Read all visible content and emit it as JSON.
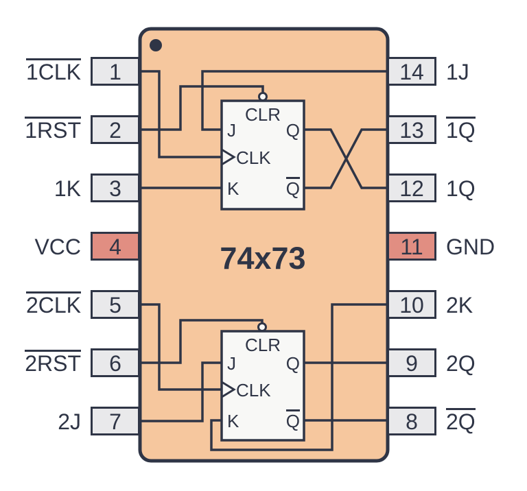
{
  "title": "74x73",
  "chip": {
    "label": "74x73",
    "type": "dual JK flip-flop pinout diagram",
    "colors": {
      "ink": "#2F3546",
      "body": "#F6C79E",
      "power_pin": "#E18E82",
      "pin": "#E9E9EB",
      "flipflop": "#F8F8F6",
      "background": "#FFFFFF"
    }
  },
  "pins": {
    "left": [
      {
        "number": "1",
        "label": "1CLK",
        "overline": true,
        "power": false
      },
      {
        "number": "2",
        "label": "1RST",
        "overline": true,
        "power": false
      },
      {
        "number": "3",
        "label": "1K",
        "overline": false,
        "power": false
      },
      {
        "number": "4",
        "label": "VCC",
        "overline": false,
        "power": true
      },
      {
        "number": "5",
        "label": "2CLK",
        "overline": true,
        "power": false
      },
      {
        "number": "6",
        "label": "2RST",
        "overline": true,
        "power": false
      },
      {
        "number": "7",
        "label": "2J",
        "overline": false,
        "power": false
      }
    ],
    "right": [
      {
        "number": "14",
        "label": "1J",
        "overline": false,
        "power": false
      },
      {
        "number": "13",
        "label": "1Q",
        "overline": true,
        "power": false
      },
      {
        "number": "12",
        "label": "1Q",
        "overline": false,
        "power": false
      },
      {
        "number": "11",
        "label": "GND",
        "overline": false,
        "power": true
      },
      {
        "number": "10",
        "label": "2K",
        "overline": false,
        "power": false
      },
      {
        "number": "9",
        "label": "2Q",
        "overline": false,
        "power": false
      },
      {
        "number": "8",
        "label": "2Q",
        "overline": true,
        "power": false
      }
    ]
  },
  "flipflops": [
    {
      "clr": "CLR",
      "j": "J",
      "clk": "CLK",
      "k": "K",
      "q": "Q",
      "qbar": "Q"
    },
    {
      "clr": "CLR",
      "j": "J",
      "clk": "CLK",
      "k": "K",
      "q": "Q",
      "qbar": "Q"
    }
  ]
}
